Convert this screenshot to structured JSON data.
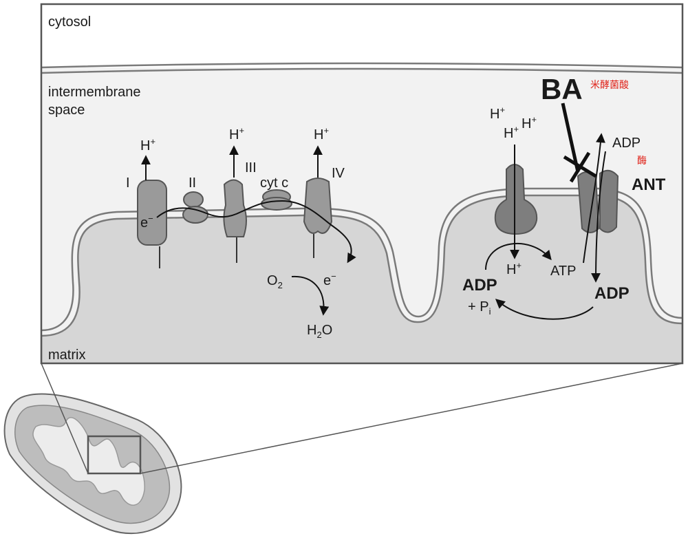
{
  "regions": {
    "cytosol": "cytosol",
    "intermembrane_line1": "intermembrane",
    "intermembrane_line2": "space",
    "matrix": "matrix"
  },
  "complexes": {
    "i": "I",
    "ii": "II",
    "iii": "III",
    "iv": "IV",
    "cytc": "cyt c"
  },
  "species": {
    "h": "H",
    "plus": "+",
    "electron": "e",
    "minus": "−",
    "o": "O",
    "two": "2",
    "water_after": "O",
    "adp": "ADP",
    "atp": "ATP",
    "plus_p": "+ P",
    "i_sub": "i"
  },
  "inhibitor": {
    "name": "BA",
    "cn_note": "米酵菌酸",
    "enzyme_note": "酶"
  },
  "transporter": {
    "name": "ANT"
  },
  "colors": {
    "matrix_fill": "#d6d6d6",
    "ims_fill": "#f2f2f2",
    "membrane_stroke": "#7a7a7a",
    "protein_fill": "#9a9a9a",
    "protein_dark": "#7e7e7e",
    "annotation_red": "#e0241b"
  }
}
